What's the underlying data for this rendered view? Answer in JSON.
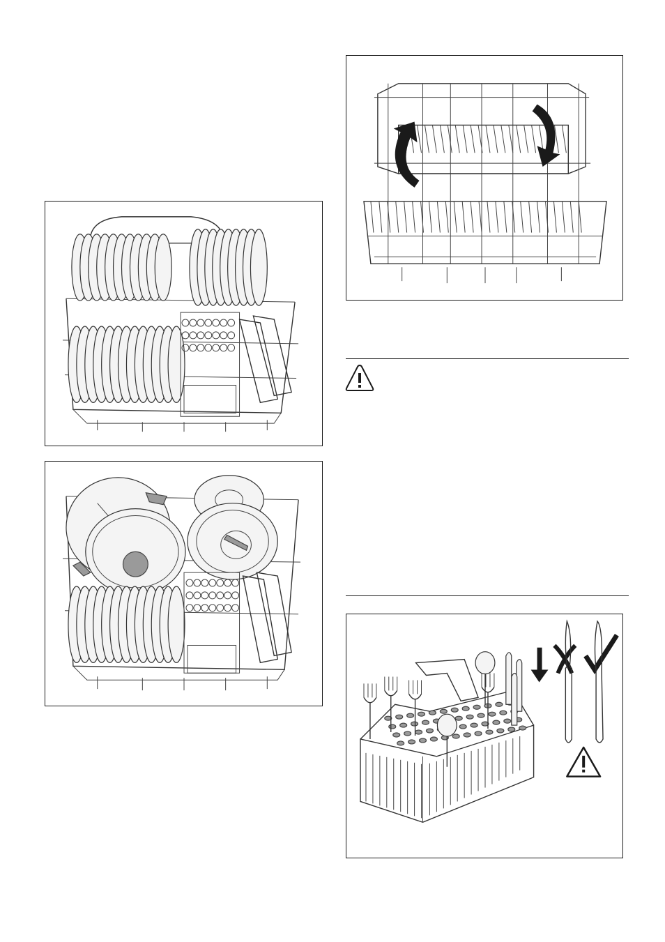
{
  "page": {
    "background": "#ffffff",
    "line_color": "#1a1a1a"
  },
  "figures": [
    {
      "name": "lower-basket-plates-figure",
      "icon": "dishwasher-lower-basket-plates"
    },
    {
      "name": "lower-basket-pots-figure",
      "icon": "dishwasher-lower-basket-pots"
    },
    {
      "name": "plate-support-fold-figure",
      "icon": "basket-fold-arrows"
    },
    {
      "name": "cutlery-basket-figure",
      "icon": "cutlery-basket-knife-orientation"
    }
  ],
  "icons": {
    "warning": "warning-triangle-icon",
    "cross": "cross-mark-icon",
    "check": "check-mark-icon",
    "down_arrow": "down-arrow-icon"
  }
}
